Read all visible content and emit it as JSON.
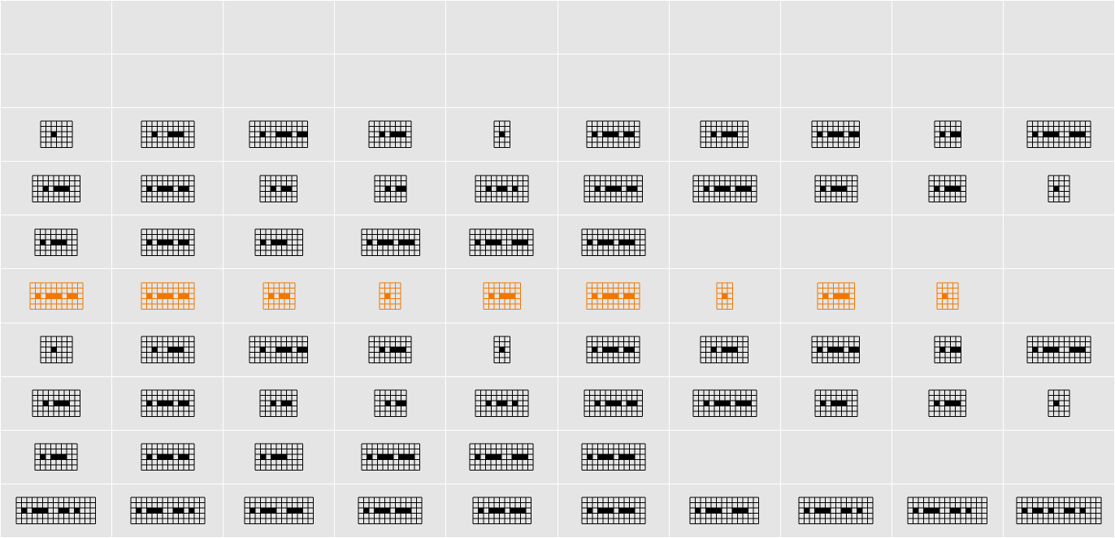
{
  "colors": {
    "cell_background": "#e5e5e5",
    "gridline": "#ffffff",
    "ink": "#000000",
    "highlight": "#f07800"
  },
  "glyph_grid": {
    "columns": 10,
    "rows": [
      {
        "highlighted": false,
        "glyphs": []
      },
      {
        "highlighted": false,
        "glyphs": []
      },
      {
        "highlighted": false,
        "glyphs": [
          {
            "cols": 6,
            "marks": [
              3
            ]
          },
          {
            "cols": 10,
            "marks": [
              3,
              6,
              8
            ]
          },
          {
            "cols": 11,
            "marks": [
              3,
              6,
              8,
              10
            ]
          },
          {
            "cols": 8,
            "marks": [
              3,
              5,
              7
            ]
          },
          {
            "cols": 3,
            "marks": [
              2
            ]
          },
          {
            "cols": 10,
            "marks": [
              2,
              4,
              6,
              8
            ]
          },
          {
            "cols": 9,
            "marks": [
              3,
              5,
              7
            ]
          },
          {
            "cols": 9,
            "marks": [
              2,
              4,
              6,
              8
            ]
          },
          {
            "cols": 5,
            "marks": [
              2,
              4
            ]
          },
          {
            "cols": 12,
            "marks": [
              2,
              4,
              6,
              9,
              11
            ]
          }
        ]
      },
      {
        "highlighted": false,
        "glyphs": [
          {
            "cols": 9,
            "marks": [
              3,
              5,
              7
            ]
          },
          {
            "cols": 10,
            "marks": [
              2,
              4,
              6,
              8
            ]
          },
          {
            "cols": 7,
            "marks": [
              3,
              5
            ]
          },
          {
            "cols": 6,
            "marks": [
              3,
              5
            ]
          },
          {
            "cols": 10,
            "marks": [
              3,
              5,
              8
            ]
          },
          {
            "cols": 11,
            "marks": [
              3,
              5,
              7,
              9
            ]
          },
          {
            "cols": 12,
            "marks": [
              3,
              5,
              7,
              9,
              11
            ]
          },
          {
            "cols": 8,
            "marks": [
              2,
              4,
              6
            ]
          },
          {
            "cols": 7,
            "marks": [
              2,
              4,
              6
            ]
          },
          {
            "cols": 4,
            "marks": [
              2
            ]
          }
        ]
      },
      {
        "highlighted": false,
        "glyphs": [
          {
            "cols": 8,
            "marks": [
              2,
              4,
              6
            ]
          },
          {
            "cols": 10,
            "marks": [
              2,
              4,
              6,
              8
            ]
          },
          {
            "cols": 9,
            "marks": [
              2,
              4,
              6
            ]
          },
          {
            "cols": 11,
            "marks": [
              2,
              4,
              6,
              8,
              10
            ]
          },
          {
            "cols": 12,
            "marks": [
              2,
              4,
              6,
              9,
              11
            ]
          },
          {
            "cols": 12,
            "marks": [
              2,
              4,
              6,
              8,
              10
            ]
          }
        ]
      },
      {
        "highlighted": true,
        "glyphs": [
          {
            "cols": 10,
            "marks": [
              2,
              4,
              6,
              8
            ]
          },
          {
            "cols": 10,
            "marks": [
              2,
              4,
              6,
              8
            ]
          },
          {
            "cols": 6,
            "marks": [
              2,
              4
            ]
          },
          {
            "cols": 4,
            "marks": [
              2
            ]
          },
          {
            "cols": 7,
            "marks": [
              2,
              4,
              6
            ]
          },
          {
            "cols": 10,
            "marks": [
              2,
              4,
              6,
              8
            ]
          },
          {
            "cols": 3,
            "marks": [
              2
            ]
          },
          {
            "cols": 7,
            "marks": [
              2,
              4,
              6
            ]
          },
          {
            "cols": 4,
            "marks": [
              2
            ]
          }
        ]
      },
      {
        "highlighted": false,
        "glyphs": [
          {
            "cols": 6,
            "marks": [
              3
            ]
          },
          {
            "cols": 10,
            "marks": [
              3,
              6,
              8
            ]
          },
          {
            "cols": 11,
            "marks": [
              3,
              6,
              8,
              10
            ]
          },
          {
            "cols": 8,
            "marks": [
              3,
              5,
              7
            ]
          },
          {
            "cols": 3,
            "marks": [
              2
            ]
          },
          {
            "cols": 10,
            "marks": [
              2,
              4,
              6,
              8
            ]
          },
          {
            "cols": 9,
            "marks": [
              3,
              5,
              7
            ]
          },
          {
            "cols": 9,
            "marks": [
              2,
              4,
              6,
              8
            ]
          },
          {
            "cols": 5,
            "marks": [
              2,
              4
            ]
          },
          {
            "cols": 12,
            "marks": [
              2,
              4,
              6,
              9,
              11
            ]
          }
        ]
      },
      {
        "highlighted": false,
        "glyphs": [
          {
            "cols": 9,
            "marks": [
              3,
              5,
              7
            ]
          },
          {
            "cols": 10,
            "marks": [
              2,
              4,
              6,
              8
            ]
          },
          {
            "cols": 7,
            "marks": [
              3,
              5
            ]
          },
          {
            "cols": 6,
            "marks": [
              3,
              5
            ]
          },
          {
            "cols": 10,
            "marks": [
              3,
              5,
              8
            ]
          },
          {
            "cols": 11,
            "marks": [
              3,
              5,
              7,
              9
            ]
          },
          {
            "cols": 12,
            "marks": [
              3,
              5,
              7,
              9,
              11
            ]
          },
          {
            "cols": 8,
            "marks": [
              2,
              4,
              6
            ]
          },
          {
            "cols": 7,
            "marks": [
              2,
              4,
              6
            ]
          },
          {
            "cols": 4,
            "marks": [
              2
            ]
          }
        ]
      },
      {
        "highlighted": false,
        "glyphs": [
          {
            "cols": 8,
            "marks": [
              2,
              4,
              6
            ]
          },
          {
            "cols": 10,
            "marks": [
              2,
              4,
              6,
              8
            ]
          },
          {
            "cols": 9,
            "marks": [
              2,
              4,
              6
            ]
          },
          {
            "cols": 11,
            "marks": [
              2,
              4,
              6,
              8,
              10
            ]
          },
          {
            "cols": 12,
            "marks": [
              2,
              4,
              6,
              9,
              11
            ]
          },
          {
            "cols": 12,
            "marks": [
              2,
              4,
              6,
              8,
              10
            ]
          }
        ]
      },
      {
        "highlighted": false,
        "glyphs": [
          {
            "cols": 15,
            "marks": [
              2,
              4,
              6,
              9,
              12
            ]
          },
          {
            "cols": 14,
            "marks": [
              2,
              4,
              6,
              9,
              12
            ]
          },
          {
            "cols": 13,
            "marks": [
              2,
              4,
              6,
              9,
              11
            ]
          },
          {
            "cols": 12,
            "marks": [
              2,
              4,
              6,
              8,
              10
            ]
          },
          {
            "cols": 11,
            "marks": [
              2,
              4,
              6,
              8,
              10
            ]
          },
          {
            "cols": 12,
            "marks": [
              2,
              4,
              6,
              8,
              10
            ]
          },
          {
            "cols": 13,
            "marks": [
              2,
              4,
              6,
              9,
              11
            ]
          },
          {
            "cols": 14,
            "marks": [
              2,
              4,
              6,
              9,
              12
            ]
          },
          {
            "cols": 15,
            "marks": [
              2,
              4,
              6,
              9,
              12
            ]
          },
          {
            "cols": 16,
            "marks": [
              2,
              4,
              7,
              10,
              13
            ]
          }
        ]
      }
    ]
  }
}
